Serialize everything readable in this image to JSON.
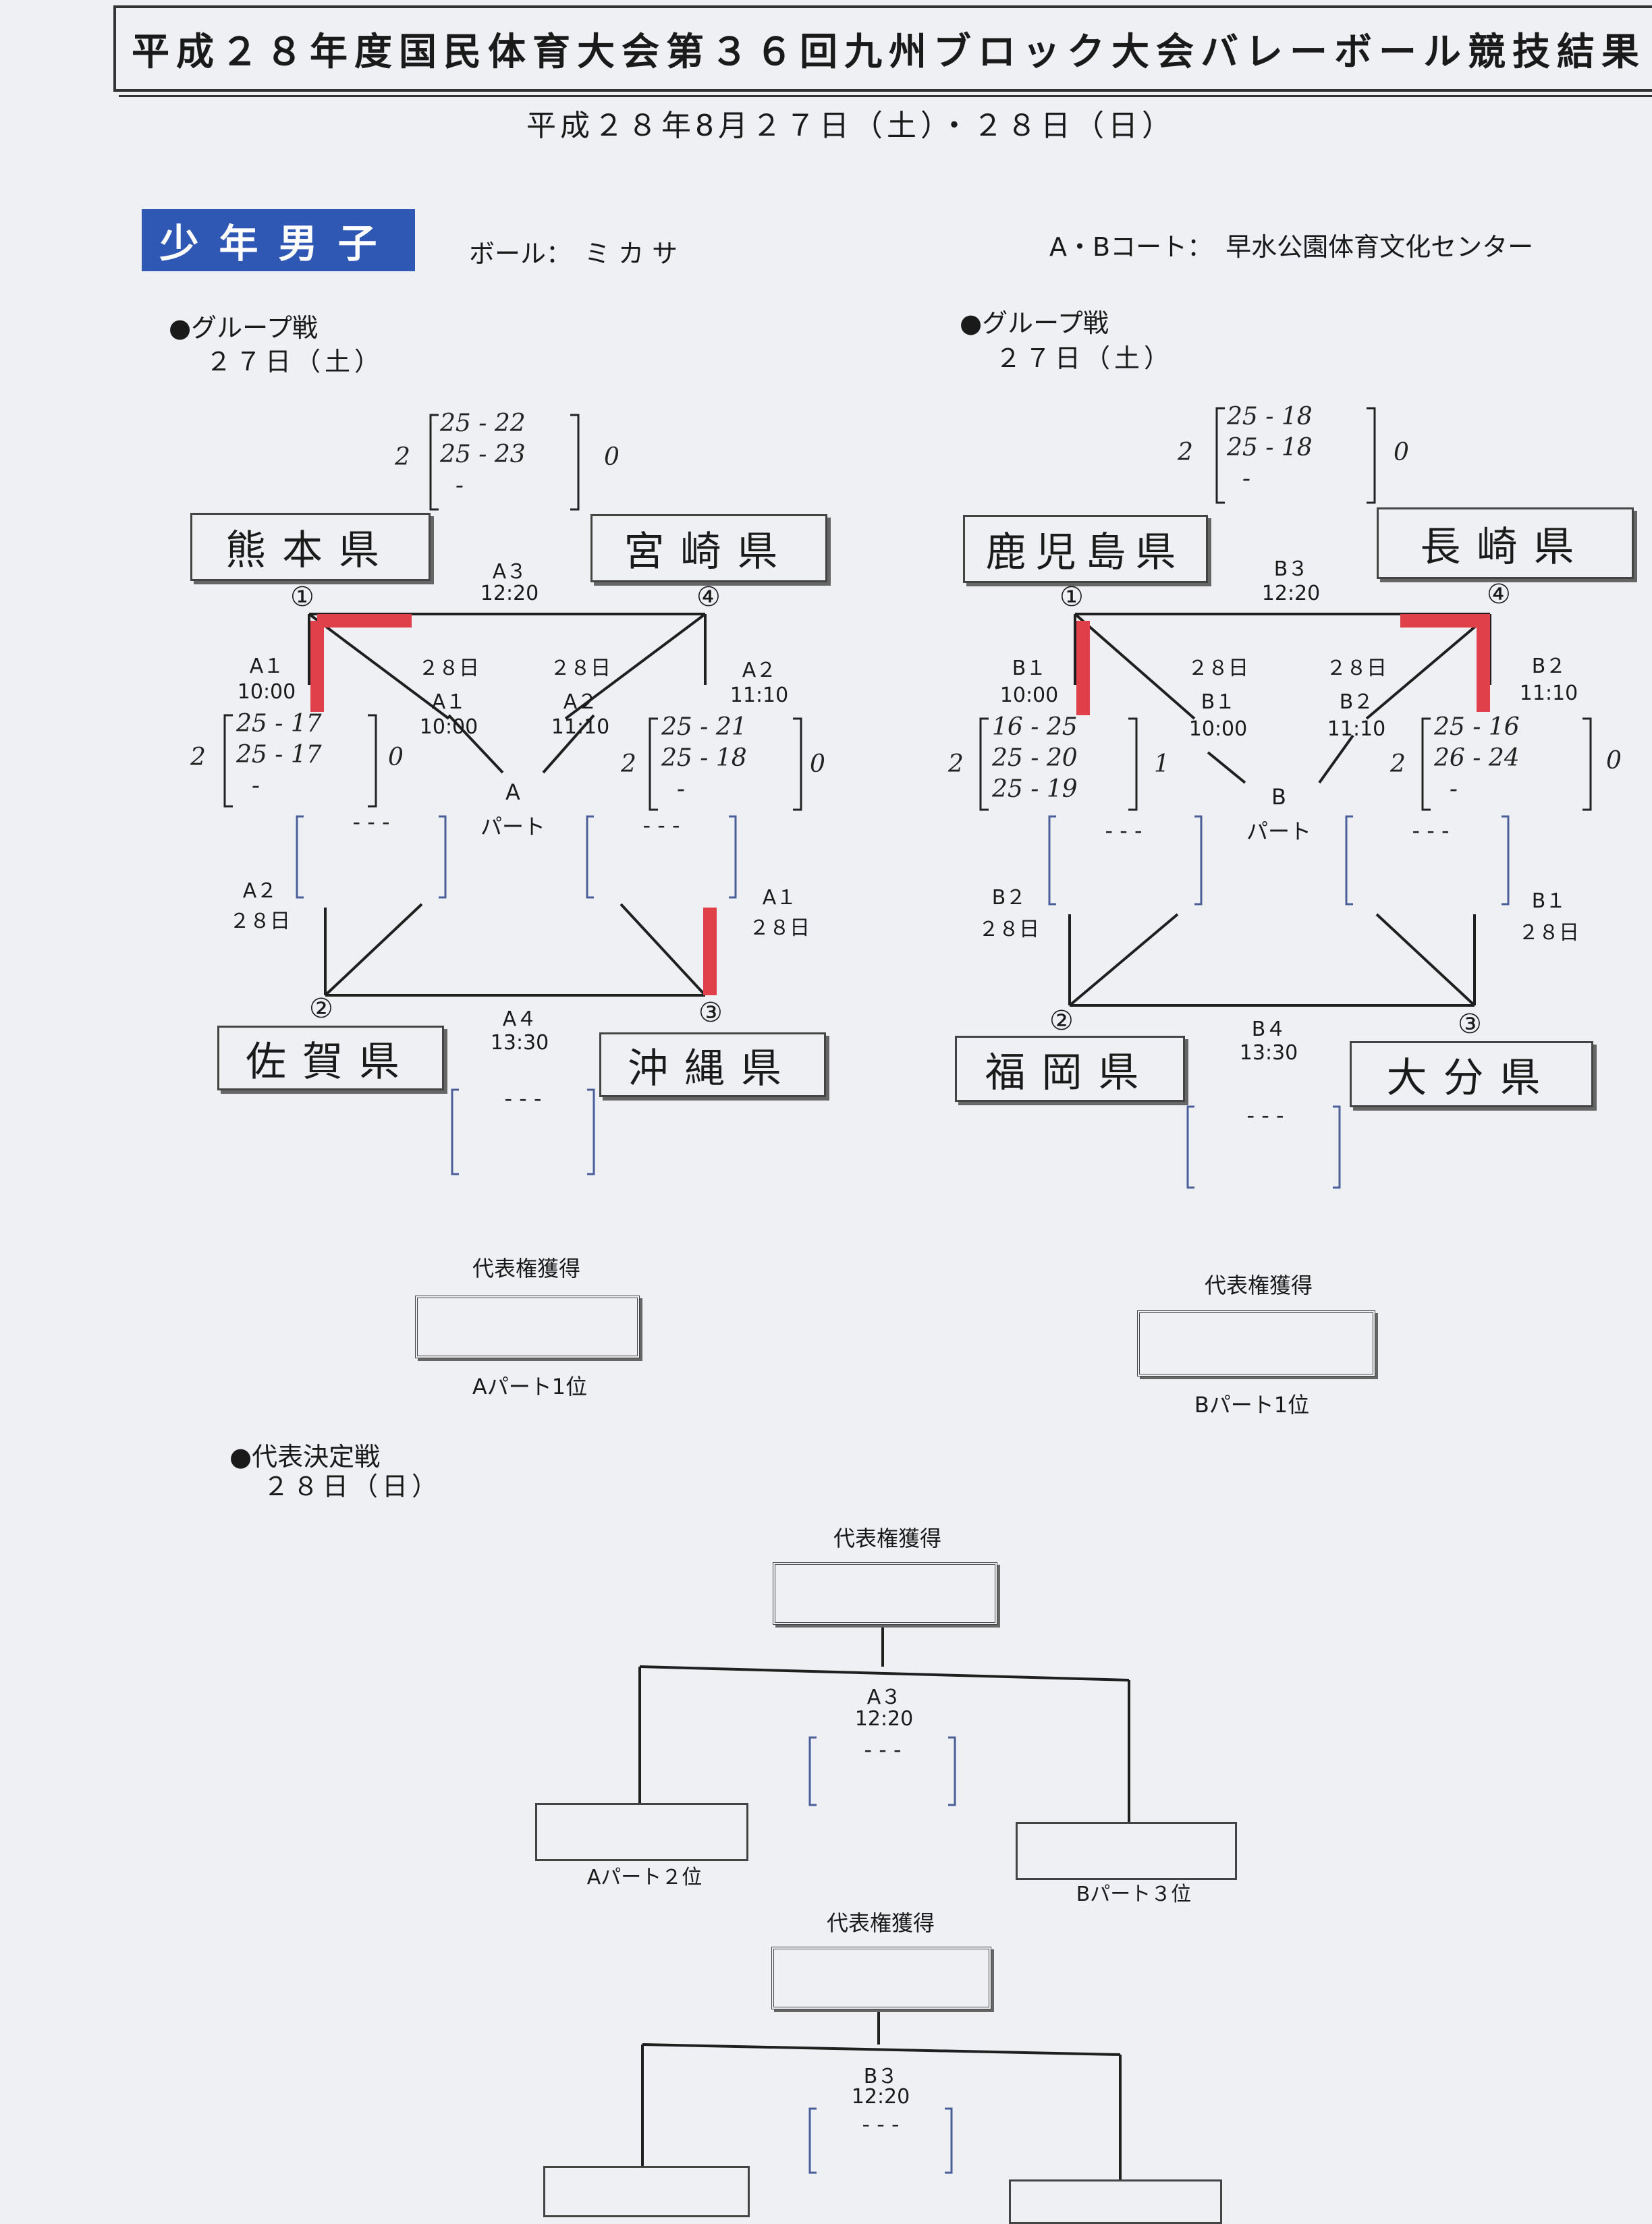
{
  "header": {
    "title": "平成２８年度国民体育大会第３６回九州ブロック大会バレーボール競技結果",
    "date": "平成２８年8月２７日（土）・２８日（日）"
  },
  "division": {
    "label": "少年男子",
    "ball": "ボール：　ミ カ サ",
    "court": "A・Bコート：　早水公園体育文化センター"
  },
  "group_a": {
    "heading": "●グループ戦",
    "day": "２７日（土）",
    "teams": [
      "熊本県",
      "佐賀県",
      "沖縄県",
      "宮崎県"
    ],
    "nums": [
      "①",
      "②",
      "③",
      "④"
    ],
    "center": [
      "A",
      "パート"
    ],
    "matches": {
      "top": {
        "code": "A３",
        "time": "12:20"
      },
      "bottom": {
        "code": "A４",
        "time": "13:30"
      },
      "left": {
        "code": "A１",
        "time": "10:00"
      },
      "right": {
        "code": "A２",
        "time": "11:10"
      },
      "diag1": {
        "day": "２８日",
        "code": "A１",
        "time": "10:00"
      },
      "diag2": {
        "day": "２８日",
        "code": "A２",
        "time": "11:10"
      },
      "left_low": {
        "code": "A２",
        "day": "２８日"
      },
      "right_low": {
        "code": "A１",
        "day": "２８日"
      }
    },
    "scores": {
      "top": {
        "lines": "25 - 22\n25 - 23\n  -",
        "left": "2",
        "right": "0"
      },
      "left": {
        "lines": "25 - 17\n25 - 17\n  -",
        "left": "2",
        "right": "0"
      },
      "right": {
        "lines": "25 - 21\n25 - 18\n  -",
        "left": "2",
        "right": "0"
      }
    },
    "rep_label": "代表権獲得",
    "rep_sub": "Aパート1位"
  },
  "group_b": {
    "heading": "●グループ戦",
    "day": "２７日（土）",
    "teams": [
      "鹿児島県",
      "福岡県",
      "大分県",
      "長崎県"
    ],
    "nums": [
      "①",
      "②",
      "③",
      "④"
    ],
    "center": [
      "B",
      "パート"
    ],
    "matches": {
      "top": {
        "code": "B３",
        "time": "12:20"
      },
      "bottom": {
        "code": "B４",
        "time": "13:30"
      },
      "left": {
        "code": "B１",
        "time": "10:00"
      },
      "right": {
        "code": "B２",
        "time": "11:10"
      },
      "diag1": {
        "day": "２８日",
        "code": "B１",
        "time": "10:00"
      },
      "diag2": {
        "day": "２８日",
        "code": "B２",
        "time": "11:10"
      },
      "left_low": {
        "code": "B２",
        "day": "２８日"
      },
      "right_low": {
        "code": "B１",
        "day": "２８日"
      }
    },
    "scores": {
      "top": {
        "lines": "25 - 18\n25 - 18\n  -",
        "left": "2",
        "right": "0"
      },
      "left": {
        "lines": "16 - 25\n25 - 20\n25 - 19",
        "left": "2",
        "right": "1"
      },
      "right": {
        "lines": "25 - 16\n26 - 24\n  -",
        "left": "2",
        "right": "0"
      }
    },
    "rep_label": "代表権獲得",
    "rep_sub": "Bパート1位"
  },
  "final": {
    "heading": "●代表決定戦",
    "day": "２８日（日）",
    "rep_label": "代表権獲得",
    "match1": {
      "code": "A３",
      "time": "12:20",
      "left_sub": "Aパート２位",
      "right_sub": "Bパート３位"
    },
    "rep_label2": "代表権獲得",
    "match2": {
      "code": "B３",
      "time": "12:20"
    }
  },
  "dash3": "-\n-\n-",
  "colors": {
    "accent": "#2f57b4",
    "win_mark": "#e0404a",
    "bracket": "#4a5f9a"
  }
}
